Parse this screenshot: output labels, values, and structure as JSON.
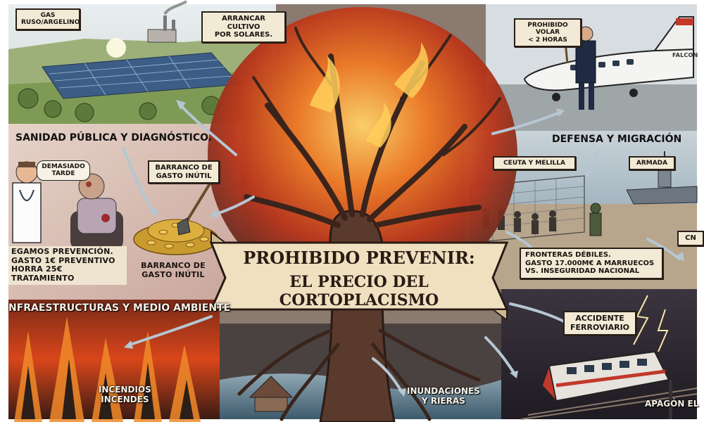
{
  "title": {
    "line1": "PROHIBIDO PREVENIR:",
    "line2": "EL PRECIO DEL CORTOPLACISMO"
  },
  "sections": {
    "energy": {
      "gas_label": "GAS\nRUSO/ARGELINO",
      "solar_label": "ARRANCAR CULTIVO\nPOR SOLARES."
    },
    "flight": {
      "sign": "PROHIBIDO VOLAR\n< 2 HORAS",
      "plane_text": "FALCON"
    },
    "health": {
      "heading": "SANIDAD PÚBLICA Y DIAGNÓSTICO.",
      "speech": "DEMASIADO\nTARDE",
      "prevention": "EGAMOS PREVENCIÓN.\nGASTO 1€ PREVENTIVO\nHORRA 25€ TRATAMIENTO",
      "ravine_sign": "BARRANCO DE\nGASTO INÚTIL",
      "ravine_caption": "BARRANCO DE\nGASTO INÚTIL"
    },
    "defense": {
      "heading": "DEFENSA Y MIGRACIÓN",
      "ceuta": "CEUTA Y MELILLA",
      "navy": "ARMADA",
      "borders": "FRONTERAS DÉBILES.\nGASTO 17.000M€ A MARRUECOS\nVS. INSEGURIDAD NACIONAL",
      "edge": "CN"
    },
    "infrastructure": {
      "heading": "NFRAESTRUCTURAS Y MEDIO AMBIENTE",
      "fires": "INCENDIOS\nINCENDES",
      "floods": "INUNDACIONES\nY RIERAS",
      "rail": "ACCIDENTE\nFERROVIARIO",
      "blackout": "APAGÓN EL"
    }
  },
  "colors": {
    "sky_light": "#dfe6ea",
    "field_green": "#7f9a55",
    "panel_blue": "#3c5d86",
    "health_pink": "#d9b8b0",
    "fire_orange": "#e2561b",
    "fire_yellow": "#f6b43a",
    "tree_brown": "#5a3a2c",
    "sea_blue": "#6f8ea8",
    "banner_cream": "#efe0c0",
    "night": "#2d2a33"
  },
  "icons": [
    "sun-icon",
    "factory-icon",
    "airplane-icon",
    "doctor-icon",
    "patient-icon",
    "shovel-icon",
    "coin-pile-icon",
    "warship-icon",
    "fence-icon",
    "soldier-icon",
    "train-icon",
    "lightning-icon",
    "house-icon"
  ]
}
